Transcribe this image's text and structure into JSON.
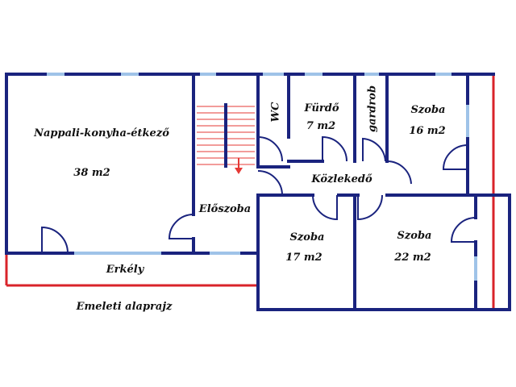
{
  "plan": {
    "caption": "Emeleti alaprajz",
    "colors": {
      "wall": "#1a237e",
      "window": "#9fc3e8",
      "railing": "#d9232a",
      "stair": "#e53935",
      "text": "#111111"
    },
    "rooms": [
      {
        "id": "nappali",
        "name": "Nappali-konyha-étkező",
        "area": "38 m2"
      },
      {
        "id": "wc",
        "name": "WC",
        "area": ""
      },
      {
        "id": "furdo",
        "name": "Fürdő",
        "area": "7 m2"
      },
      {
        "id": "gardrob",
        "name": "gardrob",
        "area": ""
      },
      {
        "id": "szoba1",
        "name": "Szoba",
        "area": "16 m2"
      },
      {
        "id": "kozlekedo",
        "name": "Közlekedő",
        "area": ""
      },
      {
        "id": "eloszoba",
        "name": "Előszoba",
        "area": ""
      },
      {
        "id": "szoba2",
        "name": "Szoba",
        "area": "17 m2"
      },
      {
        "id": "szoba3",
        "name": "Szoba",
        "area": "22 m2"
      },
      {
        "id": "erkely",
        "name": "Erkély",
        "area": ""
      }
    ]
  }
}
